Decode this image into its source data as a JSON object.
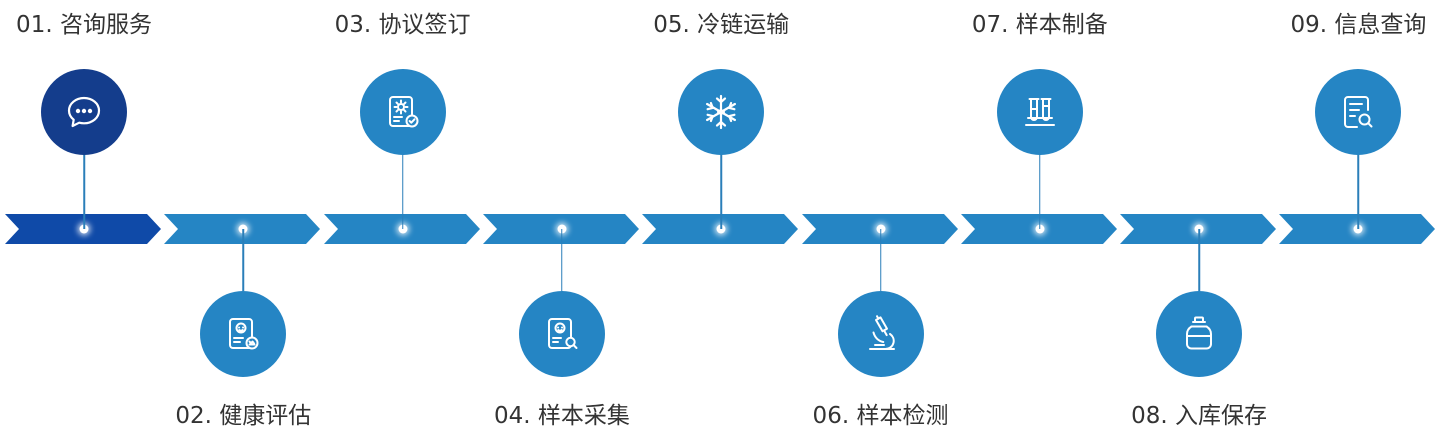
{
  "steps": [
    {
      "num": "01.",
      "name": "咨询服务",
      "icon": "chat-bubble-icon",
      "side": "top",
      "active": true
    },
    {
      "num": "02.",
      "name": "健康评估",
      "icon": "assessment-report-icon",
      "side": "bottom",
      "active": false
    },
    {
      "num": "03.",
      "name": "协议签订",
      "icon": "signed-agreement-icon",
      "side": "top",
      "active": false
    },
    {
      "num": "04.",
      "name": "样本采集",
      "icon": "sample-search-icon",
      "side": "bottom",
      "active": false
    },
    {
      "num": "05.",
      "name": "冷链运输",
      "icon": "snowflake-icon",
      "side": "top",
      "active": false
    },
    {
      "num": "06.",
      "name": "样本检测",
      "icon": "microscope-icon",
      "side": "bottom",
      "active": false
    },
    {
      "num": "07.",
      "name": "样本制备",
      "icon": "test-tubes-icon",
      "side": "top",
      "active": false
    },
    {
      "num": "08.",
      "name": "入库保存",
      "icon": "storage-tank-icon",
      "side": "bottom",
      "active": false
    },
    {
      "num": "09.",
      "name": "信息查询",
      "icon": "document-search-icon",
      "side": "top",
      "active": false
    }
  ],
  "colors": {
    "primary": "#2585c4",
    "active": "#143d8c",
    "active_arrow": "#0f4aa8",
    "line": "#2a7fb9",
    "text": "#333333"
  }
}
